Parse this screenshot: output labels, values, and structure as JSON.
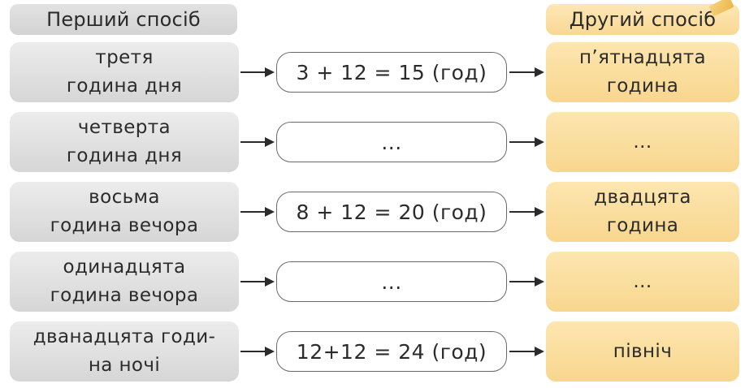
{
  "headers": {
    "left": "Перший спосіб",
    "right": "Другий спосіб"
  },
  "rows": [
    {
      "first": "третя\nгодина дня",
      "calc": "3 + 12 = 15 (год)",
      "second": "п’ятнадцята\nгодина"
    },
    {
      "first": "четверта\nгодина дня",
      "calc": "...",
      "second": "..."
    },
    {
      "first": "восьма\nгодина вечора",
      "calc": "8 + 12 = 20 (год)",
      "second": "двадцята\nгодина"
    },
    {
      "first": "одинадцята\nгодина вечора",
      "calc": "...",
      "second": "..."
    },
    {
      "first": "дванадцята годи-\nна ночі",
      "calc": "12+12 = 24 (год)",
      "second": "північ"
    }
  ],
  "colors": {
    "grey_box": "#dcdcdc",
    "yellow_box": "#fbdd9c",
    "text": "#2b2b2b"
  }
}
